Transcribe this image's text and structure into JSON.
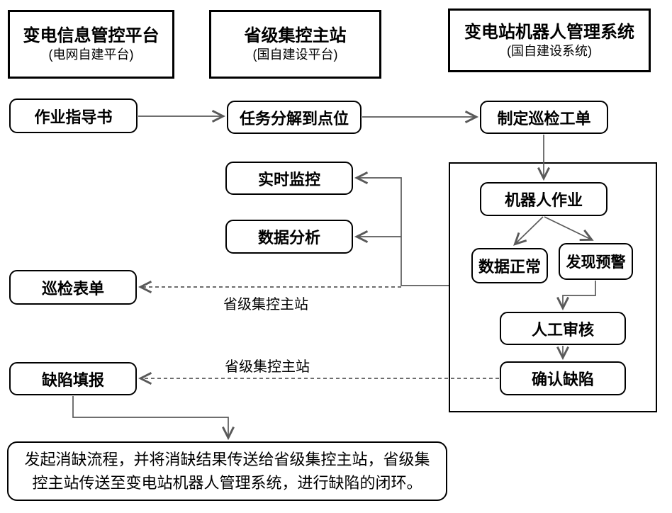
{
  "diagram": {
    "platforms": [
      {
        "title": "变电信息管控平台",
        "subtitle": "(电网自建平台)"
      },
      {
        "title": "省级集控主站",
        "subtitle": "(国自建设平台)"
      },
      {
        "title": "变电站机器人管理系统",
        "subtitle": "(国自建设系统)"
      }
    ],
    "nodes": {
      "work_instruction": "作业指导书",
      "task_decompose": "任务分解到点位",
      "create_order": "制定巡检工单",
      "robot_operation": "机器人作业",
      "data_normal": "数据正常",
      "alert_found": "发现预警",
      "manual_review": "人工审核",
      "confirm_defect": "确认缺陷",
      "realtime_monitor": "实时监控",
      "data_analysis": "数据分析",
      "inspection_form": "巡检表单",
      "defect_report": "缺陷填报"
    },
    "connector_labels": [
      {
        "text": "省级集控主站"
      },
      {
        "text": "省级集控主站"
      }
    ],
    "footer_note": "发起消缺流程，并将消缺结果传送给省级集控主站，省级集控主站传送至变电站机器人管理系统，进行缺陷的闭环。"
  },
  "colors": {
    "border": "#000000",
    "line": "#595959",
    "text": "#000000",
    "background": "#ffffff"
  }
}
